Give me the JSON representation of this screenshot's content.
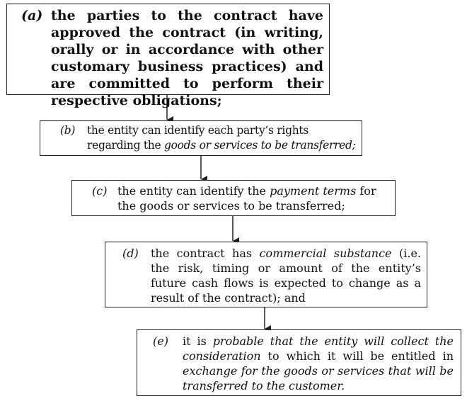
{
  "steps": [
    {
      "label": "(a)",
      "parts": [
        {
          "text": "the parties to the contract have approved the contract (in writing, orally or in accordance with other customary business practices) and are committed to perform their respective obligations;",
          "italic": false
        }
      ]
    },
    {
      "label": "(b)",
      "parts": [
        {
          "text": "the entity can identify each party’s rights regarding the ",
          "italic": false
        },
        {
          "text": "goods or services to be transferred;",
          "italic": true
        }
      ]
    },
    {
      "label": "(c)",
      "parts": [
        {
          "text": "the entity can identify the ",
          "italic": false
        },
        {
          "text": "payment terms",
          "italic": true
        },
        {
          "text": " for the goods or services to be transferred;",
          "italic": false
        }
      ]
    },
    {
      "label": "(d)",
      "parts": [
        {
          "text": "the contract has ",
          "italic": false
        },
        {
          "text": "commercial substance",
          "italic": true
        },
        {
          "text": " (i.e. the risk, timing or amount of the entity’s future cash flows is expected to change as a result of the contract); and",
          "italic": false
        }
      ]
    },
    {
      "label": "(e)",
      "parts": [
        {
          "text": "it is ",
          "italic": false
        },
        {
          "text": "probable that the entity will collect the consideration",
          "italic": true
        },
        {
          "text": " to which it will be entitled in ",
          "italic": false
        },
        {
          "text": "exchange for the goods or services that will be transferred to the customer.",
          "italic": true
        }
      ]
    }
  ]
}
